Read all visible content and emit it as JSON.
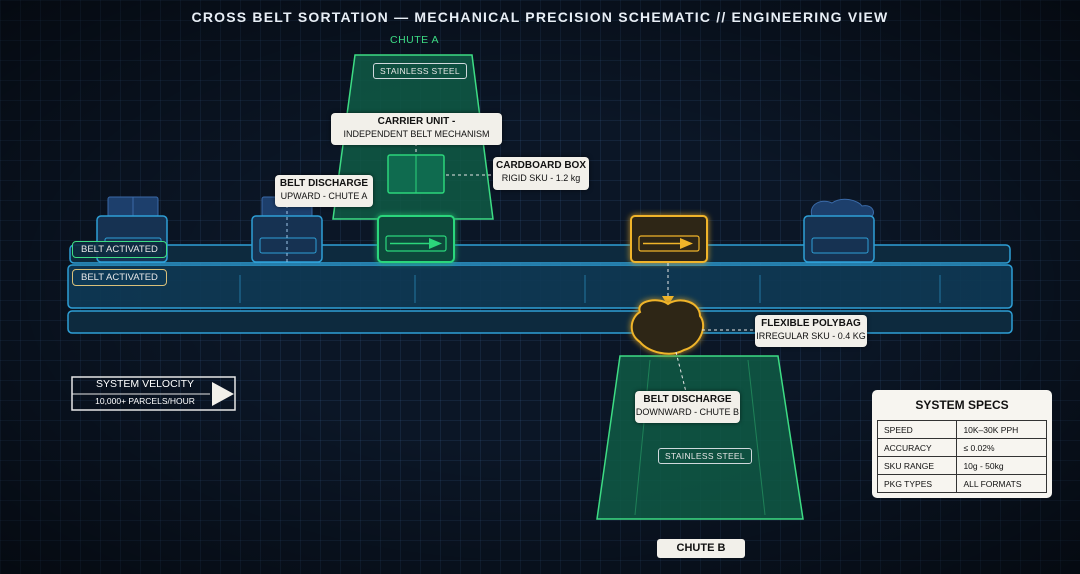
{
  "title": "CROSS BELT SORTATION — MECHANICAL PRECISION SCHEMATIC // ENGINEERING VIEW",
  "chute_a": {
    "label": "CHUTE A",
    "material": "STAINLESS STEEL"
  },
  "chute_b": {
    "label": "CHUTE B",
    "material": "STAINLESS STEEL"
  },
  "callouts": {
    "carrier_unit": {
      "title": "CARRIER UNIT -",
      "sub": "INDEPENDENT BELT MECHANISM"
    },
    "cardboard_box": {
      "title": "CARDBOARD BOX",
      "sub": "RIGID SKU - 1.2 kg"
    },
    "belt_discharge_up": {
      "title": "BELT DISCHARGE",
      "sub": "UPWARD - CHUTE A"
    },
    "flexible_polybag": {
      "title": "FLEXIBLE POLYBAG",
      "sub": "IRREGULAR SKU - 0.4 KG"
    },
    "belt_discharge_down": {
      "title": "BELT DISCHARGE",
      "sub": "DOWNWARD - CHUTE B"
    }
  },
  "belt_tags": [
    "BELT ACTIVATED",
    "BELT ACTIVATED"
  ],
  "velocity": {
    "title": "SYSTEM VELOCITY",
    "value": "10,000+ PARCELS/HOUR"
  },
  "specs": {
    "title": "SYSTEM SPECS",
    "rows": [
      {
        "label": "SPEED",
        "value": "10K–30K PPH"
      },
      {
        "label": "ACCURACY",
        "value": "≤ 0.02%"
      },
      {
        "label": "SKU RANGE",
        "value": "10g - 50kg"
      },
      {
        "label": "PKG TYPES",
        "value": "ALL FORMATS"
      }
    ]
  },
  "colors": {
    "rail": "#2e9fd6",
    "active_green": "#2bd67b",
    "active_amber": "#f0b429",
    "chute_fill": "#0f6b4f"
  }
}
